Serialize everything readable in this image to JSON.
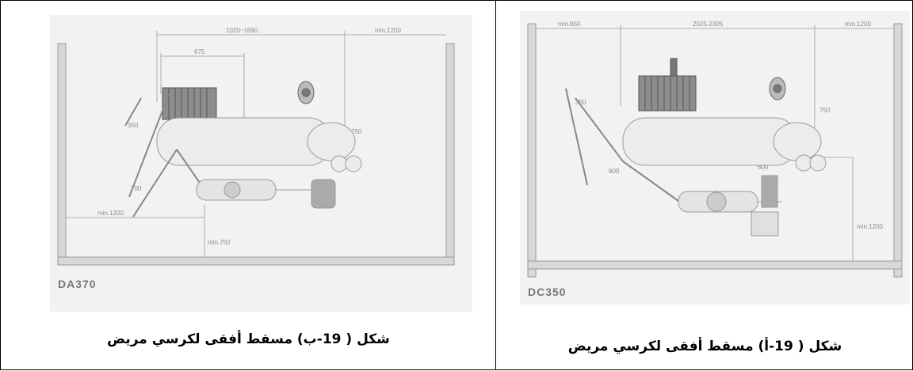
{
  "figures": {
    "left": {
      "model": "DA370",
      "caption": "شكل ( 19-ب)  مسقط أفقى لكرسي مريض",
      "dims": {
        "total": "1020~1690",
        "right_min": "min.1200",
        "inner": "675",
        "chair": "350",
        "post": "750",
        "bottom_min": "min.1200",
        "vertical_min": "min.750",
        "arm": "700"
      }
    },
    "right": {
      "model": "DC350",
      "caption": "شكل ( 19-أ)  مسقط أفقى لكرسي مريض",
      "dims": {
        "left_min": "min.850",
        "middle": "2025-2305",
        "right_min": "min.1200",
        "chair": "350",
        "post": "750",
        "vertical_min": "min.1200",
        "center": "600",
        "arm": "600"
      }
    }
  },
  "colors": {
    "border": "#000000",
    "figure_bg": "#f2f2f0",
    "drawing": "#8a8a8a"
  }
}
